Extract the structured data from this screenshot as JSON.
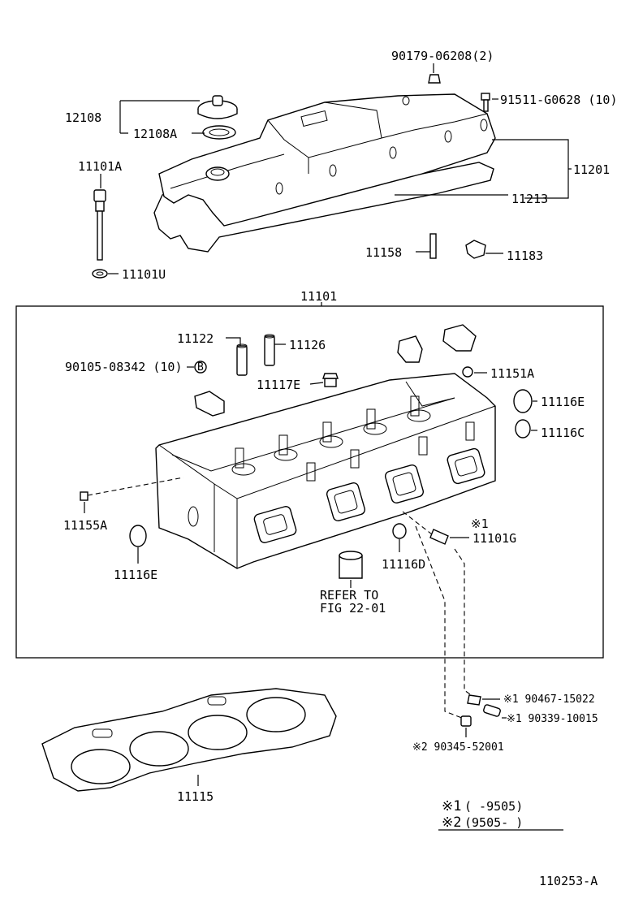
{
  "diagram": {
    "figure_number": "110253-A",
    "labels": {
      "p90179": "90179-06208(2)",
      "p91511": "91511-G0628 (10)",
      "p12108": "12108",
      "p12108A": "12108A",
      "p11101A": "11101A",
      "p11201": "11201",
      "p11213": "11213",
      "p11158": "11158",
      "p11183": "11183",
      "p11101U": "11101U",
      "p11101": "11101",
      "p11122": "11122",
      "p11126": "11126",
      "p90105": "90105-08342 (10)",
      "p11117E": "11117E",
      "p11151A": "11151A",
      "p11116E_r": "11116E",
      "p11116C": "11116C",
      "p11155A": "11155A",
      "p11116E_l": "11116E",
      "p11116D": "11116D",
      "p11101G": "11101G",
      "mark1": "※1",
      "refer_line1": "REFER TO",
      "refer_line2": "FIG 22-01",
      "p90467": "※1 90467-15022",
      "p90339": "※1 90339-10015",
      "p90345": "※2 90345-52001",
      "p11115": "11115"
    },
    "legend": {
      "row1_mark": "※1",
      "row1_range": "(    -9505)",
      "row2_mark": "※2",
      "row2_range": "(9505-    )"
    }
  }
}
